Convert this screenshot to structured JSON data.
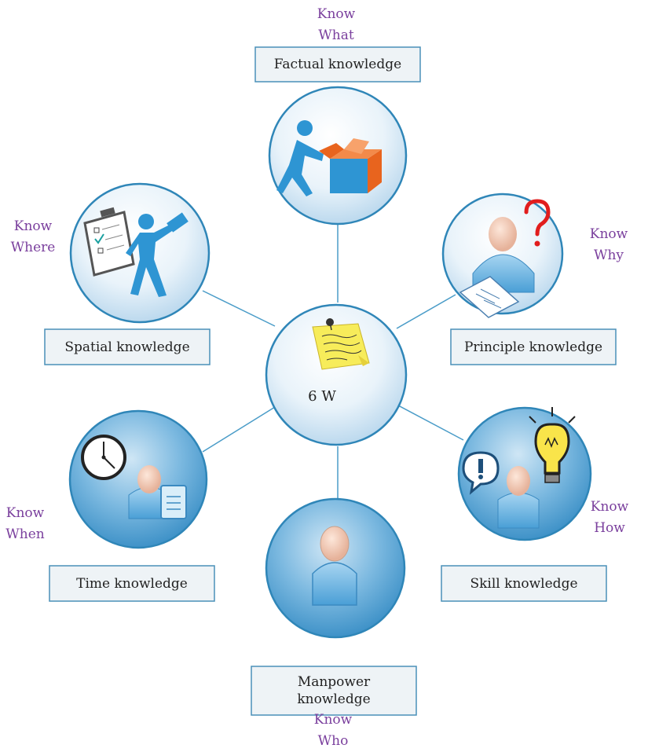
{
  "center": {
    "label": "6 W"
  },
  "nodes": [
    {
      "id": "factual",
      "box_label": "Factual knowledge",
      "know_line1": "Know",
      "know_line2": "What",
      "icon": "person-with-box-icon"
    },
    {
      "id": "principle",
      "box_label": "Principle knowledge",
      "know_line1": "Know",
      "know_line2": "Why",
      "icon": "person-question-icon"
    },
    {
      "id": "skill",
      "box_label": "Skill knowledge",
      "know_line1": "Know",
      "know_line2": "How",
      "icon": "person-idea-icon"
    },
    {
      "id": "manpower",
      "box_label_line1": "Manpower",
      "box_label_line2": "knowledge",
      "know_line1": "Know",
      "know_line2": "Who",
      "icon": "person-icon"
    },
    {
      "id": "time",
      "box_label": "Time knowledge",
      "know_line1": "Know",
      "know_line2": "When",
      "icon": "person-clock-icon"
    },
    {
      "id": "spatial",
      "box_label": "Spatial knowledge",
      "know_line1": "Know",
      "know_line2": "Where",
      "icon": "person-clipboard-icon"
    }
  ],
  "colors": {
    "line": "#4a9cc8",
    "circle_border": "#2f86b8",
    "box_border": "#4a90b8",
    "know_text": "#7a3f9d",
    "figure_blue": "#2e95d3",
    "box_orange": "#e8641e"
  }
}
